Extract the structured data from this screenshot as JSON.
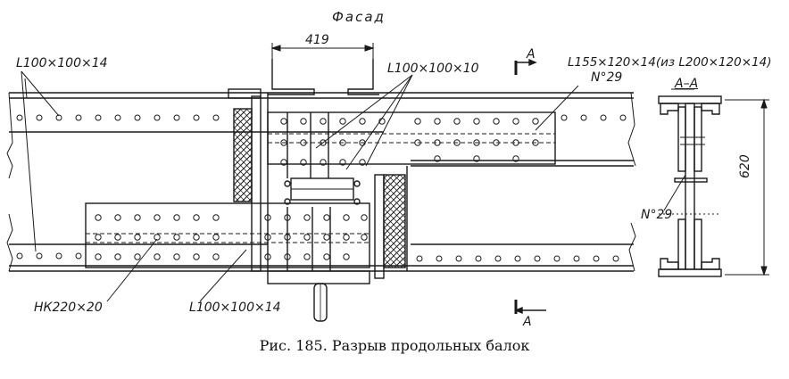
{
  "title": "Фасад",
  "caption": "Рис. 185. Разрыв продольных балок",
  "labels": {
    "angle_top_left": "L100×100×14",
    "angle_top_mid": "L100×100×10",
    "angle_top_right": "L155×120×14(из L200×120×14)",
    "plate_no_top": "N°29",
    "plate_no_section": "N°29",
    "plate_bottom_left": "НК220×20",
    "angle_bottom_mid": "L100×100×14"
  },
  "dimensions": {
    "width_419": "419",
    "height_620": "620"
  },
  "section": {
    "mark_top": "A",
    "mark_bottom": "A",
    "title": "A–A"
  }
}
